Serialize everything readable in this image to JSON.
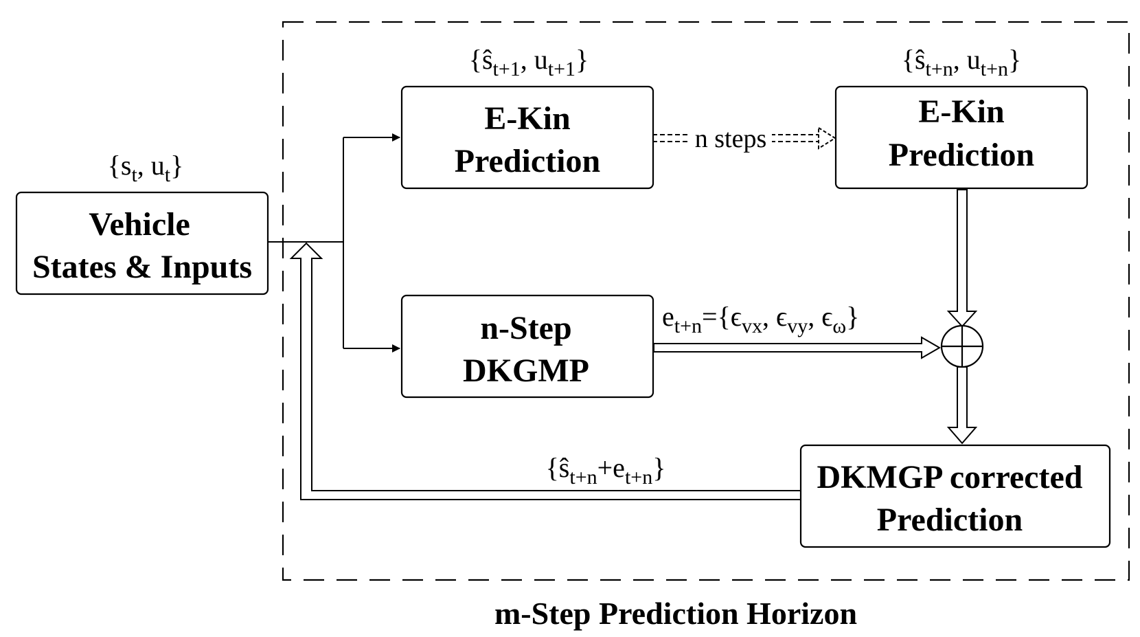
{
  "caption": "m-Step Prediction Horizon",
  "boxes": {
    "vehicle": {
      "line1": "Vehicle",
      "line2": "States & Inputs"
    },
    "ekin_first": {
      "line1": "E-Kin",
      "line2": "Prediction"
    },
    "ekin_nth": {
      "line1": "E-Kin",
      "line2": "Prediction"
    },
    "nstep": {
      "line1": "n-Step",
      "line2": "DKGMP"
    },
    "corrected": {
      "line1": "DKMGP corrected",
      "line2": "Prediction"
    }
  },
  "labels": {
    "state_input": {
      "open": "{s",
      "sub1": "t",
      "mid": ", u",
      "sub2": "t",
      "close": "}"
    },
    "ekin_first_output": {
      "open": "{ŝ",
      "sub1": "t+1",
      "mid": ", u",
      "sub2": "t+1",
      "close": "}"
    },
    "ekin_nth_output": {
      "open": "{ŝ",
      "sub1": "t+n",
      "mid": ", u",
      "sub2": "t+n",
      "close": "}"
    },
    "n_steps": "n steps",
    "error": {
      "open": "e",
      "sub0": "t+n",
      "eq": "={ϵ",
      "sub1": "vx",
      "c1": ", ϵ",
      "sub2": "vy",
      "c2": ", ϵ",
      "sub3": "ω",
      "close": "}"
    },
    "feedback": {
      "open": "{ŝ",
      "sub1": "t+n",
      "mid": "+e",
      "sub2": "t+n",
      "close": "}"
    }
  },
  "symbols": {
    "sum_junction": "circle-plus-icon"
  }
}
